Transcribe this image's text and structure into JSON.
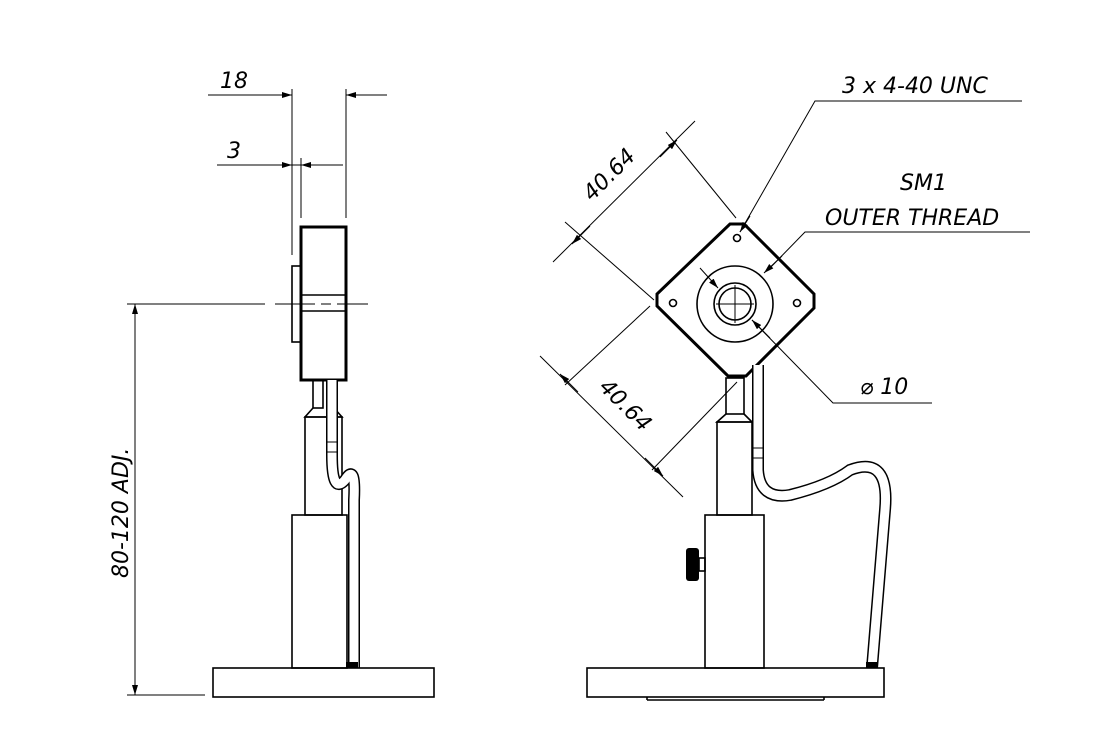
{
  "side_view": {
    "dim_width": "18",
    "dim_flange": "3",
    "dim_height": "80-120 ADJ."
  },
  "front_view": {
    "dim_upper": "40.64",
    "dim_lower": "40.64",
    "note_holes": "3 x 4-40 UNC",
    "note_thread_line1": "SM1",
    "note_thread_line2": "OUTER THREAD",
    "note_aperture": "⌀ 10"
  },
  "colors": {
    "line": "#000000",
    "background": "#ffffff"
  }
}
